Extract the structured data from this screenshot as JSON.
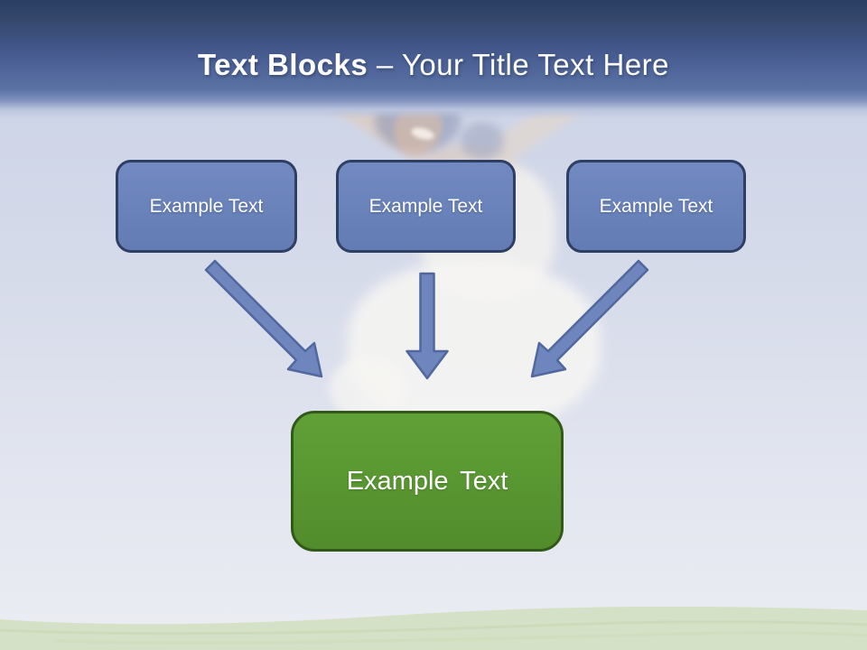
{
  "title": {
    "bold": "Text Blocks",
    "regular": " – Your Title Text Here"
  },
  "blocks": [
    {
      "label": "Example Text"
    },
    {
      "label": "Example Text"
    },
    {
      "label": "Example Text"
    }
  ],
  "result": {
    "label": "Example Text"
  },
  "icons": {
    "arrow_left": "arrow-down-right",
    "arrow_middle": "arrow-down",
    "arrow_right": "arrow-down-left"
  },
  "colors": {
    "band_top": "#2b3e65",
    "band_bottom": "#5b72a5",
    "sky": "#cdd4e7",
    "block_fill": "#6c84bb",
    "block_border": "#2e3f63",
    "arrow_fill": "#6e86bd",
    "arrow_border": "#51679d",
    "result_fill": "#589631",
    "result_border": "#33591a",
    "grass": "#d4e0c5",
    "text": "#ffffff"
  }
}
